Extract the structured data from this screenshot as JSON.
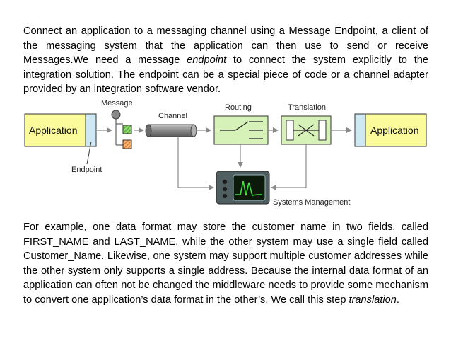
{
  "paragraph1": {
    "part1": "Connect an application to a messaging channel using a Message Endpoint, a client of the messaging system that the application can then use to send or receive Messages.We need a message ",
    "em": "endpoint",
    "part2": " to connect the system explicitly to the integration solution. The endpoint can be a special piece of code or a channel adapter provided by an integration software vendor."
  },
  "diagram": {
    "message_label": "Message",
    "channel_label": "Channel",
    "routing_label": "Routing",
    "translation_label": "Translation",
    "app_left_label": "Application",
    "app_right_label": "Application",
    "endpoint_label": "Endpoint",
    "systems_management_label": "Systems Management",
    "colors": {
      "app_fill": "#fbfb9c",
      "endpoint_fill": "#cfe9f4",
      "box_fill": "#d7f2b8",
      "monitor_fill": "#4f5e60",
      "signal": "#46e046",
      "arrow": "#8a8a8a"
    }
  },
  "paragraph2": {
    "part1": "For example, one data format may store the customer name in two fields, called FIRST_NAME and LAST_NAME, while the other system may use a single field called Customer_Name. Likewise, one system may support multiple customer addresses while the other system only supports a single address. Because the internal data format of an application can often not be changed the middleware needs to provide some mechanism to convert one application’s data format in the other’s. We call this step ",
    "em": "translation",
    "part2": "."
  }
}
